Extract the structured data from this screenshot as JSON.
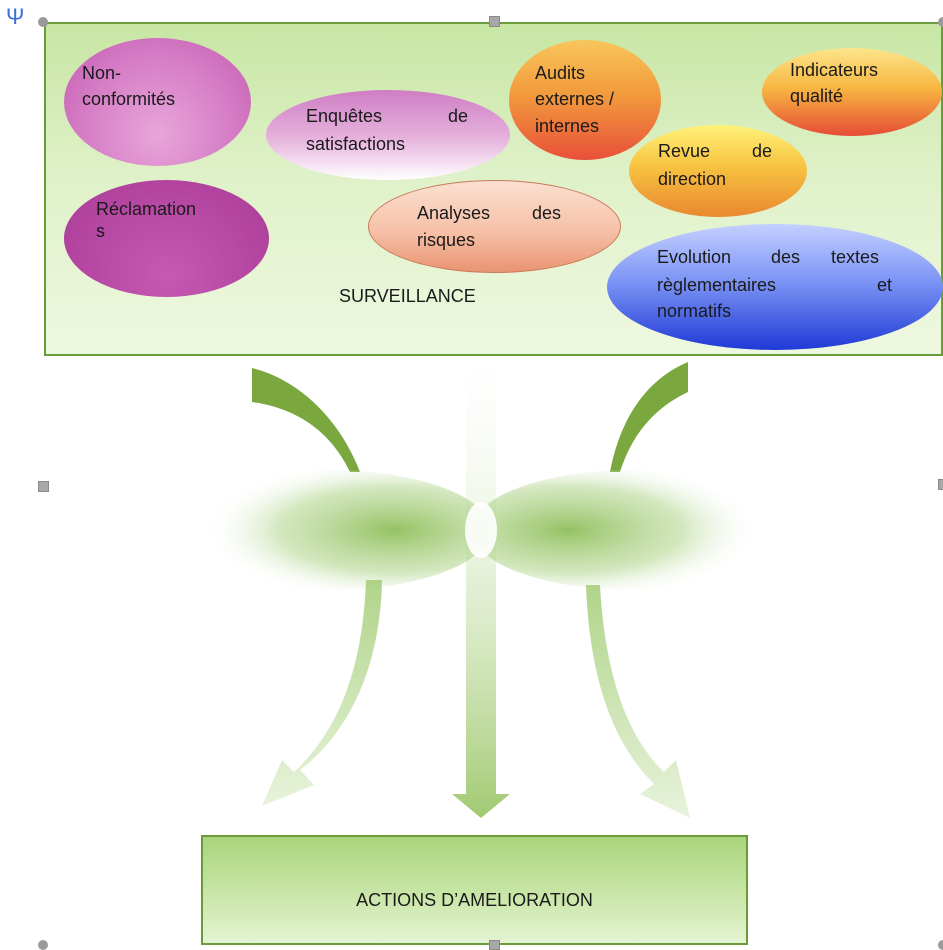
{
  "top_box": {
    "ellipses": {
      "non_conformites": {
        "l1": "Non-",
        "l2": "conformités"
      },
      "reclamations": {
        "l1": "Réclamation",
        "l2": "s"
      },
      "enquetes": {
        "w1": "Enquêtes",
        "w2": "de",
        "l2": "satisfactions"
      },
      "audits": {
        "l1": "Audits",
        "l2": "externes /",
        "l3": "internes"
      },
      "indicateurs": {
        "l1": "Indicateurs",
        "l2": "qualité"
      },
      "revue": {
        "w1": "Revue",
        "w2": "de",
        "l2": "direction"
      },
      "analyses": {
        "w1": "Analyses",
        "w2": "des",
        "l2": "risques"
      },
      "evolution": {
        "w1": "Evolution",
        "w2": "des",
        "w3": "textes",
        "w4": "règlementaires",
        "w5": "et",
        "l3": "normatifs"
      }
    },
    "label": "SURVEILLANCE"
  },
  "bottom_box": {
    "label": "ACTIONS D’AMELIORATION"
  },
  "anchor_icon": "Ψ",
  "colors": {
    "border": "#6a9a3a",
    "green_light": "#c7e6a3",
    "arrow_green": "#7aa83e"
  }
}
